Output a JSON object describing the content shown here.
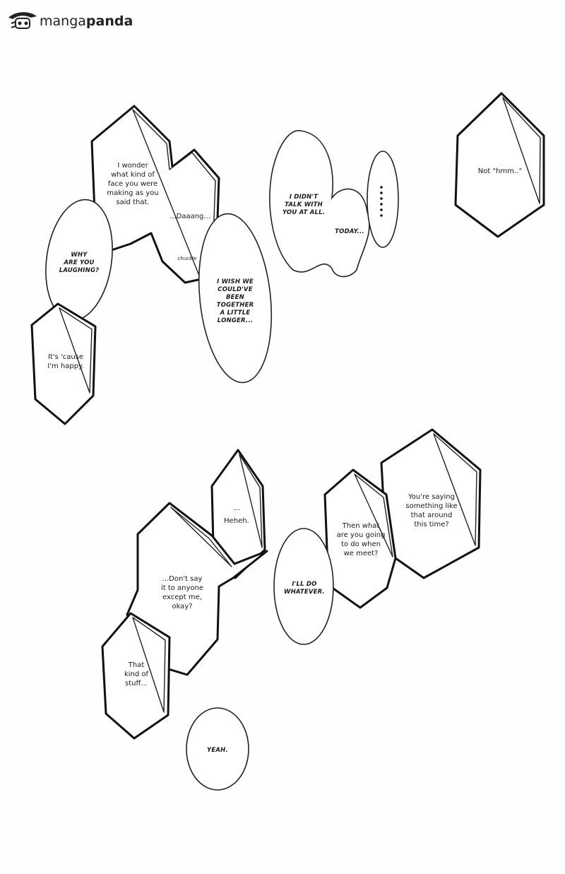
{
  "logo": {
    "part1": "manga",
    "part2": "panda"
  },
  "icons": {
    "logo_mark": "panda-hat-icon",
    "ellipsis": "vertical-dots-icon"
  },
  "bubbles": {
    "wonder": "I wonder\nwhat kind of\nface you were\nmaking as you\nsaid that.",
    "daaang": "...Daaang...",
    "chuckle": "chuckle",
    "why": "WHY\nARE YOU\nLAUGHING?",
    "happy": "It's 'cause\nI'm happy.",
    "wish": "I WISH WE\nCOULD'VE\nBEEN\nTOGETHER\nA LITTLE\nLONGER...",
    "didnt": "I DIDN'T\nTALK WITH\nYOU AT ALL.",
    "today": "TODAY...",
    "hmm": "Not \"hmm‥\"",
    "heheh_dots": "...",
    "heheh": "Heheh.",
    "dont_say": "...Don't say\nit to anyone\nexcept me,\nokay?",
    "that_kind": "That\nkind of\nstuff...",
    "yeah": "YEAH.",
    "ill_do": "I'LL DO\nWHATEVER.",
    "then_what": "Then what\nare you going\nto do when\nwe meet?",
    "saying": "You're saying\nsomething like\nthat around\nthis time?"
  }
}
